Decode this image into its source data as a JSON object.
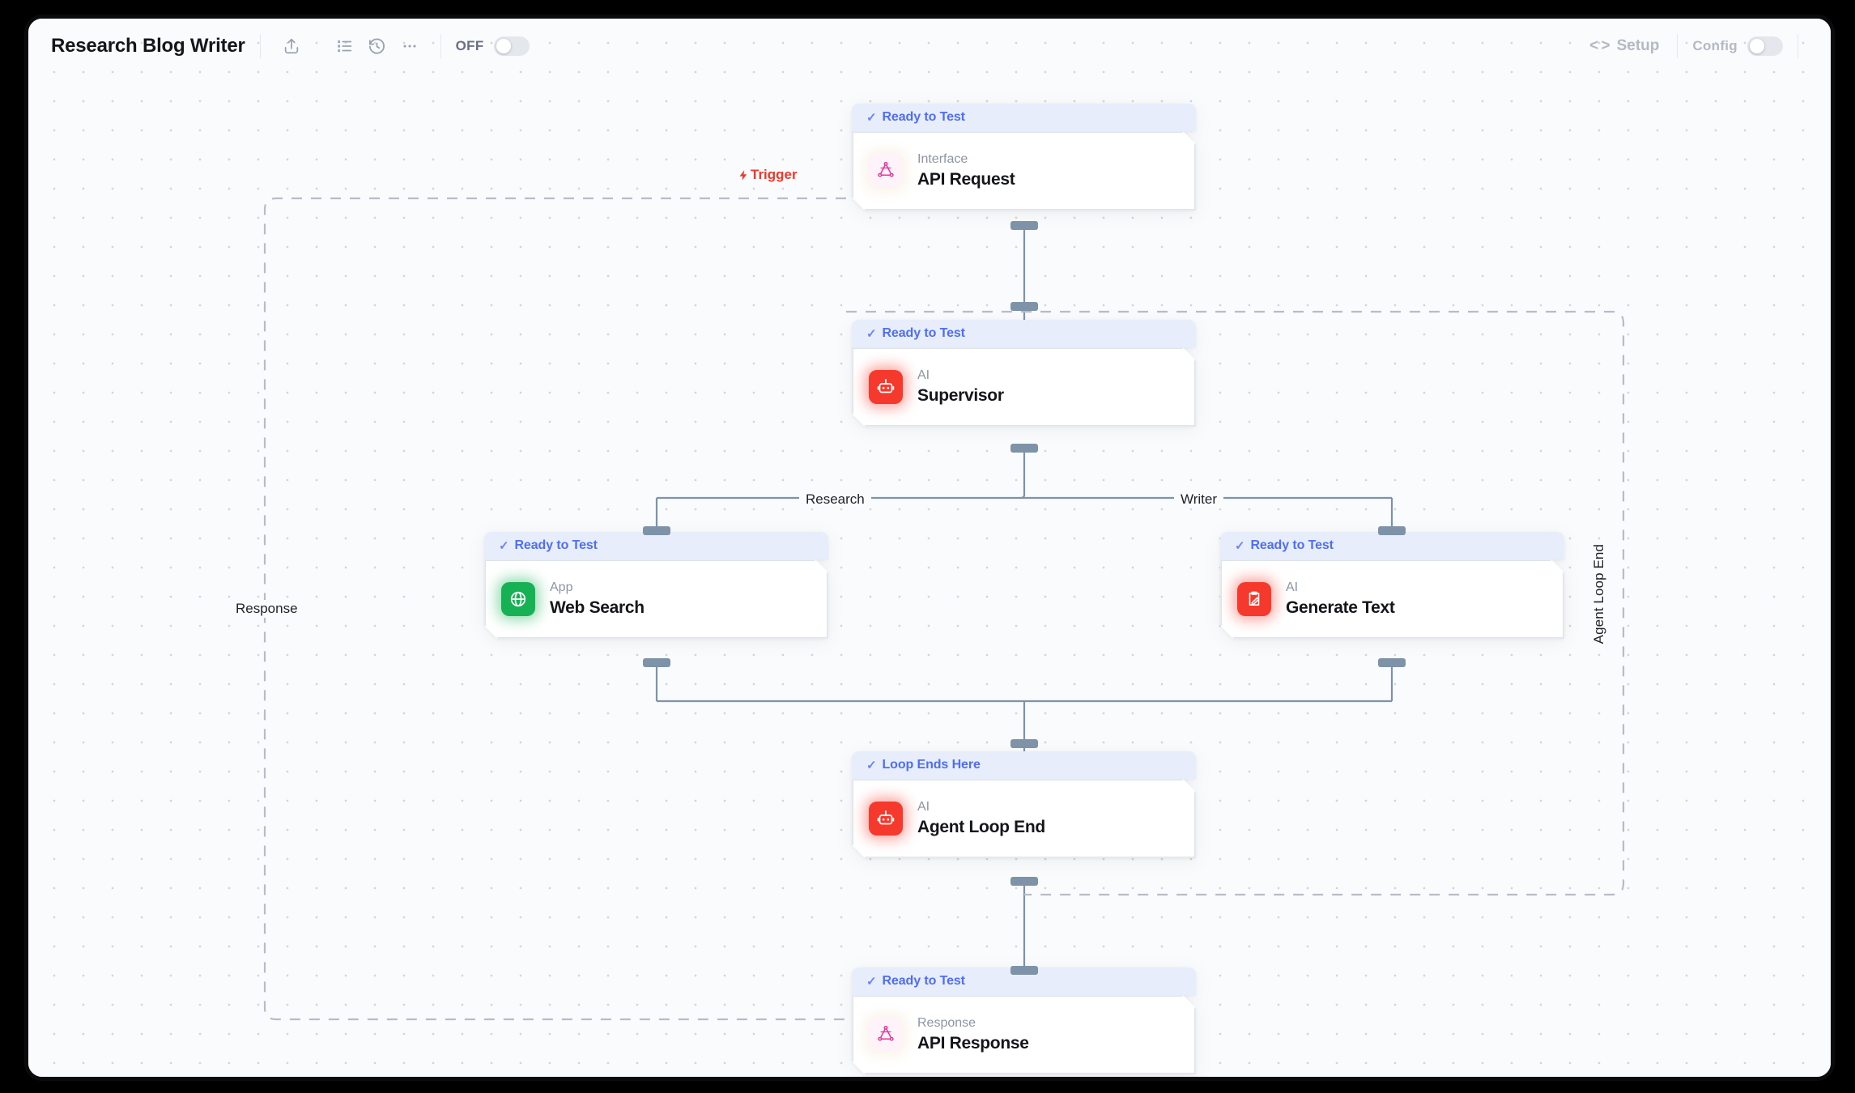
{
  "header": {
    "title": "Research Blog Writer",
    "actions": [
      {
        "name": "share-icon",
        "title": "Share"
      },
      {
        "name": "list-icon",
        "title": "Runs"
      },
      {
        "name": "history-icon",
        "title": "History"
      },
      {
        "name": "more-icon",
        "title": "More"
      }
    ],
    "power_toggle": {
      "label": "OFF",
      "state": "off"
    },
    "setup_button": {
      "label": "Setup",
      "glyph": "< >"
    },
    "config_toggle": {
      "label": "Config",
      "state": "off"
    }
  },
  "colors": {
    "status_text": "#4f6ef0",
    "status_bg": "#e8edfb",
    "trigger": "#f0392b",
    "wire": "#7f93a8",
    "handle": "#7f93a8",
    "icon_red": "#f5392c",
    "icon_green": "#16b155",
    "icon_pink": "#e6339b",
    "canvas_bg": "#fafbfc"
  },
  "nodes": [
    {
      "id": "api-request",
      "status": "Ready to Test",
      "kind": "Interface",
      "name": "API Request",
      "icon": "graphql-icon",
      "icon_style": "pink"
    },
    {
      "id": "supervisor",
      "status": "Ready to Test",
      "kind": "AI",
      "name": "Supervisor",
      "icon": "robot-icon",
      "icon_style": "red"
    },
    {
      "id": "web-search",
      "status": "Ready to Test",
      "kind": "App",
      "name": "Web Search",
      "icon": "globe-icon",
      "icon_style": "green"
    },
    {
      "id": "generate-text",
      "status": "Ready to Test",
      "kind": "AI",
      "name": "Generate Text",
      "icon": "document-edit-icon",
      "icon_style": "red"
    },
    {
      "id": "agent-loop-end",
      "status": "Loop Ends Here",
      "kind": "AI",
      "name": "Agent Loop End",
      "icon": "robot-icon",
      "icon_style": "red"
    },
    {
      "id": "api-response",
      "status": "Ready to Test",
      "kind": "Response",
      "name": "API Response",
      "icon": "graphql-icon",
      "icon_style": "pink"
    }
  ],
  "edge_labels": {
    "trigger": "Trigger",
    "research": "Research",
    "writer": "Writer",
    "response": "Response",
    "agent_loop_end": "Agent Loop End"
  }
}
